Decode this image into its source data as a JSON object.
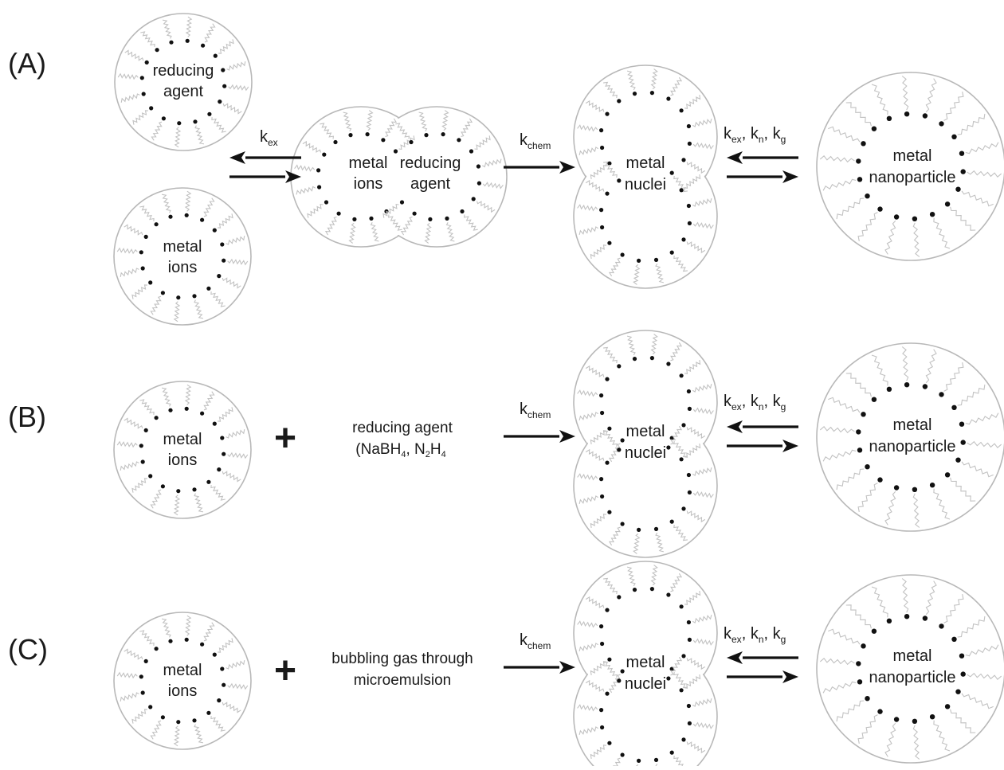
{
  "rows": [
    {
      "label": "(A)",
      "reactant_top": [
        "reducing",
        "agent"
      ],
      "reactant_bottom": [
        "metal",
        "ions"
      ],
      "rate_ex": {
        "base": "k",
        "sub": "ex"
      },
      "merged": {
        "left": [
          "metal",
          "ions"
        ],
        "right": [
          "reducing",
          "agent"
        ]
      },
      "rate_chem": {
        "base": "k",
        "sub": "chem"
      },
      "nuclei": [
        "metal",
        "nuclei"
      ],
      "rate_growth": {
        "k": "k",
        "ex": "ex",
        "n": "n",
        "g": "g"
      },
      "product": [
        "metal",
        "nanoparticle"
      ]
    },
    {
      "label": "(B)",
      "reactant": [
        "metal",
        "ions"
      ],
      "plus": "+",
      "reagent": [
        "reducing agent",
        "(NaBH",
        "4",
        ", N",
        "2",
        "H",
        "4"
      ],
      "rate_chem": {
        "base": "k",
        "sub": "chem"
      },
      "nuclei": [
        "metal",
        "nuclei"
      ],
      "rate_growth": {
        "k": "k",
        "ex": "ex",
        "n": "n",
        "g": "g"
      },
      "product": [
        "metal",
        "nanoparticle"
      ]
    },
    {
      "label": "(C)",
      "reactant": [
        "metal",
        "ions"
      ],
      "plus": "+",
      "reagent": [
        "bubbling gas through",
        "microemulsion"
      ],
      "rate_chem": {
        "base": "k",
        "sub": "chem"
      },
      "nuclei": [
        "metal",
        "nuclei"
      ],
      "rate_growth": {
        "k": "k",
        "ex": "ex",
        "n": "n",
        "g": "g"
      },
      "product": [
        "metal",
        "nanoparticle"
      ]
    }
  ]
}
